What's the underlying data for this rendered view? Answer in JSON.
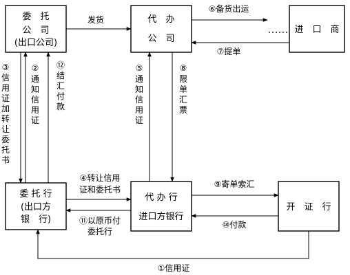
{
  "nodes": {
    "trustor": {
      "line1": "委　托",
      "line2": "公　司",
      "line3": "(出口公司)"
    },
    "agent_company": {
      "line1": "代　办",
      "line2": "公　司"
    },
    "importer": {
      "line1": "进　口　商"
    },
    "trustor_bank": {
      "line1": "委 托 行",
      "line2": "(出口方",
      "line3": "银　行)"
    },
    "agent_bank": {
      "line1": "代 办 行",
      "line2": "进口方银行"
    },
    "issuing_bank": {
      "line1": "开　证　行"
    }
  },
  "edges": {
    "ship": "发货",
    "e6": "⑥备货出运",
    "e7": "⑦提单",
    "e3": [
      "③",
      "信",
      "用",
      "证",
      "加",
      "转",
      "让",
      "委",
      "托",
      "书"
    ],
    "e2": [
      "②",
      "通",
      "知",
      "信",
      "用",
      "证"
    ],
    "e12": [
      "⑫",
      "结",
      "汇",
      "付",
      "款"
    ],
    "e5": [
      "⑤",
      "通",
      "知",
      "信",
      "用",
      "证"
    ],
    "e8": [
      "⑧",
      "限",
      "单",
      "汇",
      "票"
    ],
    "e4": {
      "line1": "④转让信用",
      "line2": "证和委托书"
    },
    "e11": {
      "line1": "⑪以原币付",
      "line2": "委托行"
    },
    "e9": "⑨寄单索汇",
    "e10": "⑩付款",
    "e1": "①信用证"
  }
}
